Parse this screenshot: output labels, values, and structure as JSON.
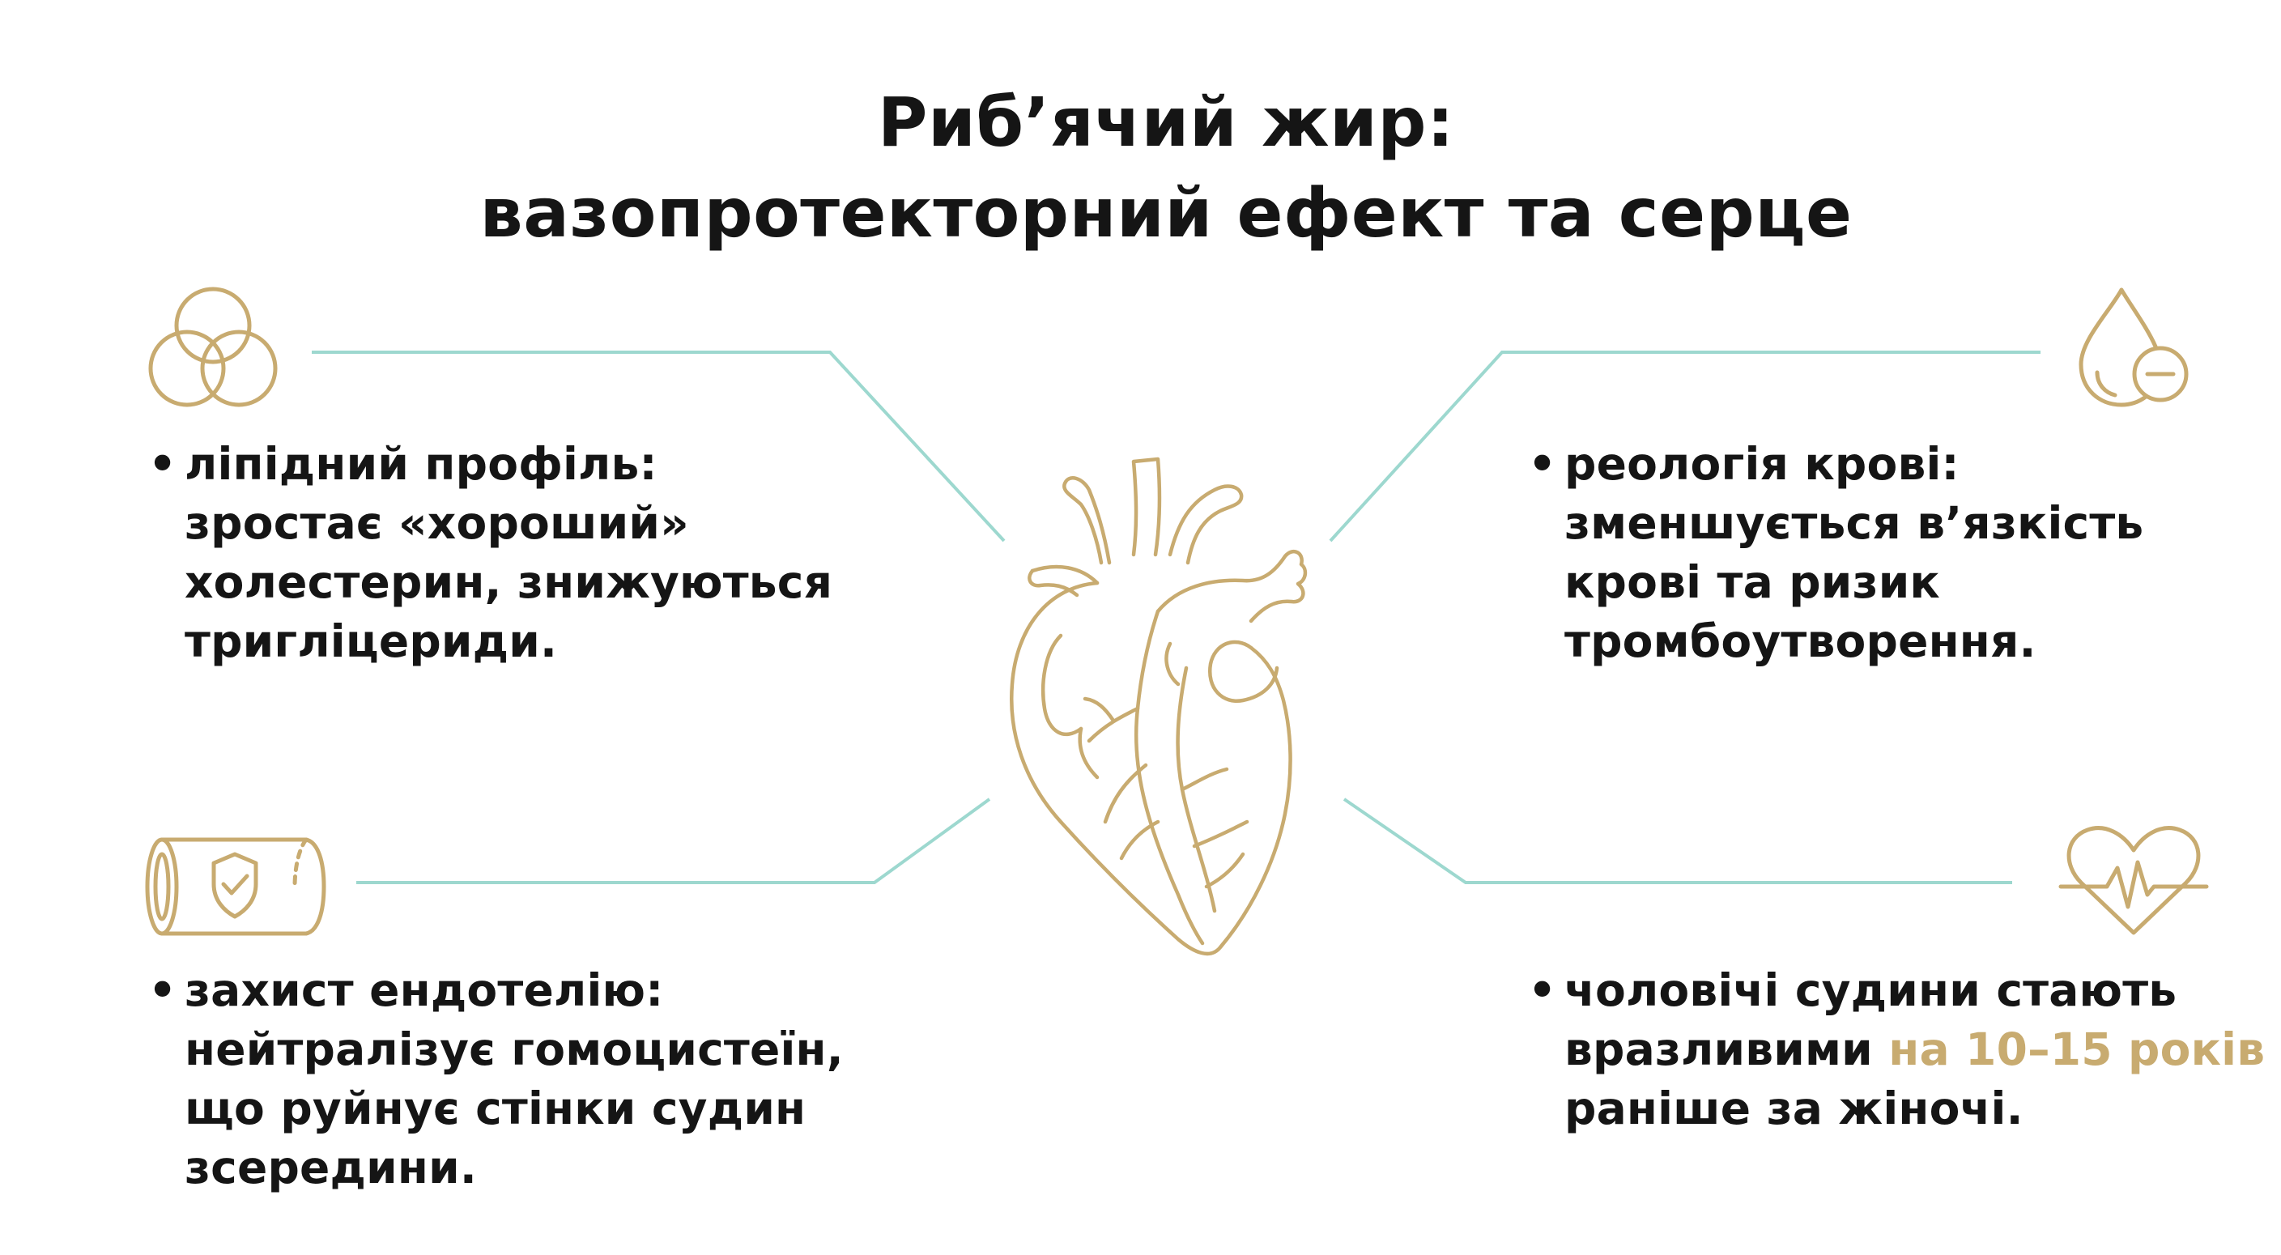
{
  "title": {
    "line1": "Риб’ячий жир:",
    "line2": "вазопротекторний ефект та серце"
  },
  "colors": {
    "accent": "#c8ab70",
    "connector": "#9dd8cf",
    "text": "#151515",
    "background": "#ffffff"
  },
  "central_figure": {
    "icon": "heart-outline-icon"
  },
  "items": {
    "lipid": {
      "icon": "overlapping-circles-icon",
      "bullet": "•",
      "lines": [
        "ліпідний профіль:",
        "зростає «хороший»",
        "холестерин, знижуються",
        "тригліцериди."
      ]
    },
    "endothelium": {
      "icon": "vessel-shield-icon",
      "bullet": "•",
      "lines": [
        "захист ендотелію:",
        "нейтралізує гомоцистеїн,",
        "що руйнує стінки судин",
        "зсередини."
      ]
    },
    "rheology": {
      "icon": "drop-minus-icon",
      "bullet": "•",
      "lines": [
        "реологія крові:",
        "зменшується в’язкість",
        "крові та ризик",
        "тромбоутворення."
      ]
    },
    "men": {
      "icon": "heart-pulse-icon",
      "bullet": "•",
      "line1": "чоловічі судини стають",
      "line2_pre": "вразливими ",
      "line2_accent": "на 10–15 років",
      "line3": "раніше за жіночі."
    }
  }
}
